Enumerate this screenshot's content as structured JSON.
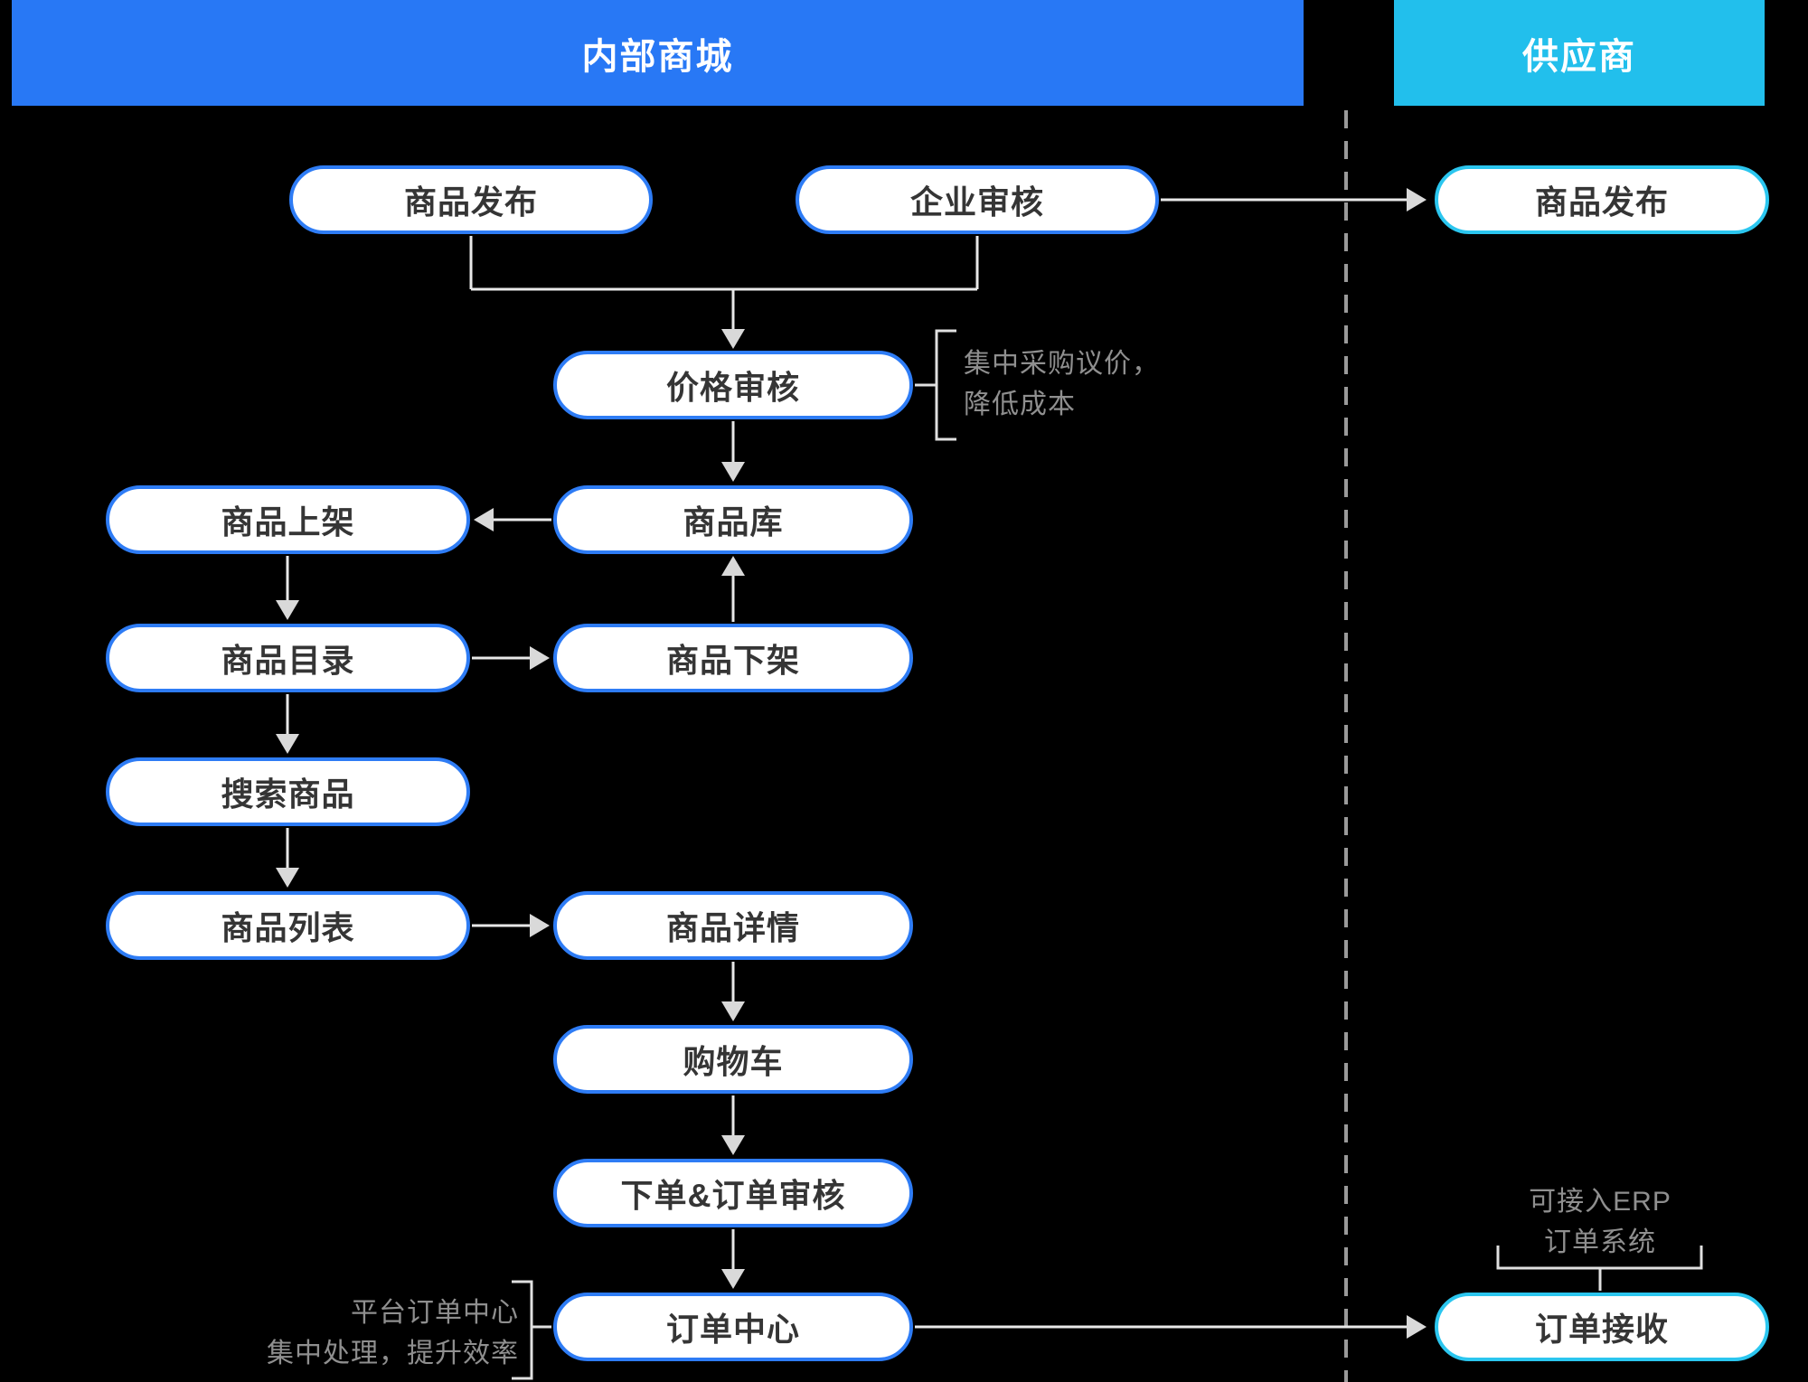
{
  "header": {
    "internal": "内部商城",
    "supplier": "供应商"
  },
  "colors": {
    "background": "#000000",
    "internal_header": "#2878F5",
    "supplier_header": "#22BFEC",
    "internal_node_border": "#2E7CF5",
    "supplier_node_border": "#2BC6EF",
    "node_fill": "#FFFFFF",
    "node_text": "#353535",
    "arrow_line": "#E8E8E8",
    "arrow_head": "#D9D9D9",
    "annotation_text": "#8F8F8F",
    "dashed_separator": "#9A9A9A"
  },
  "nodes": {
    "product_publish_internal": "商品发布",
    "enterprise_review": "企业审核",
    "product_publish_supplier": "商品发布",
    "price_review": "价格审核",
    "product_library": "商品库",
    "product_listing": "商品上架",
    "product_catalog": "商品目录",
    "product_delisting": "商品下架",
    "product_search": "搜索商品",
    "product_list": "商品列表",
    "product_detail": "商品详情",
    "shopping_cart": "购物车",
    "order_placement_review": "下单&订单审核",
    "order_center": "订单中心",
    "order_receive": "订单接收"
  },
  "annotations": {
    "price_review": {
      "line1": "集中采购议价，",
      "line2": "降低成本"
    },
    "order_center": {
      "line1": "平台订单中心",
      "line2": "集中处理，提升效率"
    },
    "order_receive": {
      "line1": "可接入ERP",
      "line2": "订单系统"
    }
  }
}
